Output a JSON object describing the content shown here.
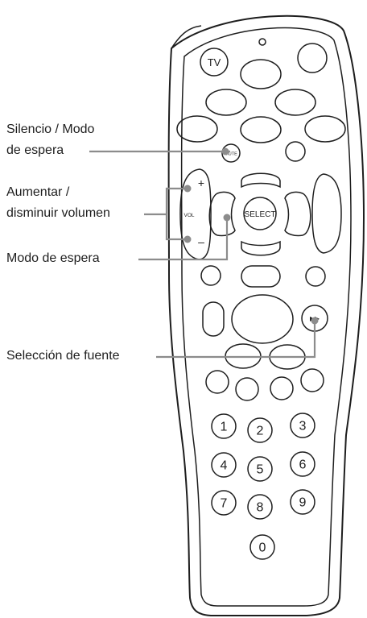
{
  "callouts": {
    "mute": {
      "line1": "Silencio / Modo",
      "line2": "de espera"
    },
    "volume": {
      "line1": "Aumentar /",
      "line2": "disminuir volumen"
    },
    "standby": {
      "line1": "Modo de espera"
    },
    "source": {
      "line1": "Selección de fuente"
    }
  },
  "buttons": {
    "tv": "TV",
    "mute": "MUTE",
    "select": "SELECT",
    "vol": "VOL",
    "vol_up": "+",
    "vol_down": "–",
    "fast_forward": "▸▸",
    "digits": [
      "1",
      "2",
      "3",
      "4",
      "5",
      "6",
      "7",
      "8",
      "9",
      "0"
    ]
  },
  "colors": {
    "outline": "#1e1e1e",
    "leader": "#8c8c8c",
    "dot": "#8c8c8c"
  }
}
